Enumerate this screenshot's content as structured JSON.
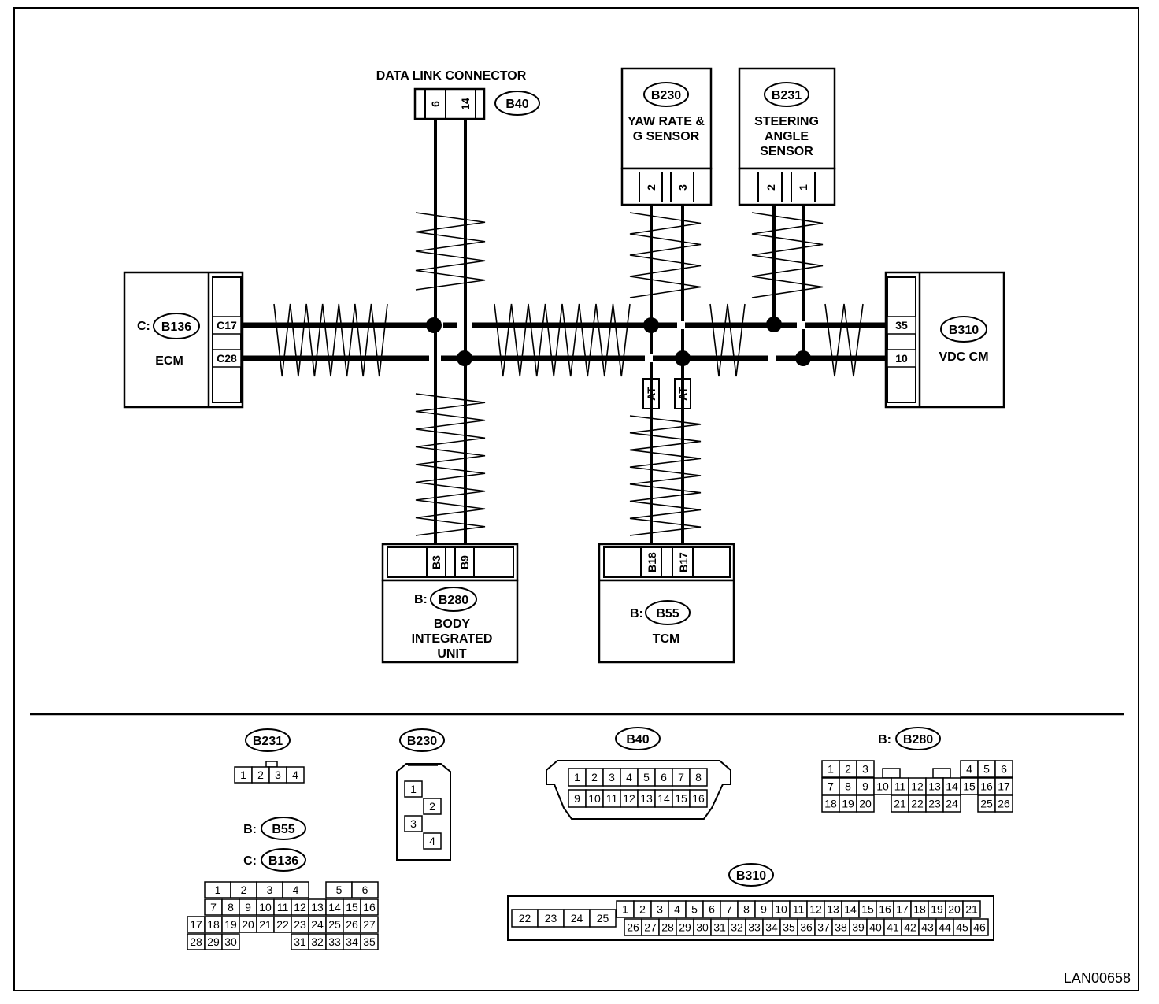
{
  "diagram": {
    "figure_id": "LAN00658",
    "modules": {
      "ecm": {
        "prefix": "C:",
        "connector": "B136",
        "name": "ECM",
        "pins": [
          "C17",
          "C28"
        ]
      },
      "vdc": {
        "connector": "B310",
        "name": "VDC CM",
        "pins": [
          "35",
          "10"
        ]
      },
      "dlc": {
        "connector": "B40",
        "name": "DATA LINK CONNECTOR",
        "pins": [
          "6",
          "14"
        ]
      },
      "yaw": {
        "connector": "B230",
        "name_lines": [
          "YAW RATE &",
          "G SENSOR"
        ],
        "pins": [
          "2",
          "3"
        ]
      },
      "steer": {
        "connector": "B231",
        "name_lines": [
          "STEERING",
          "ANGLE",
          "SENSOR"
        ],
        "pins": [
          "2",
          "1"
        ]
      },
      "biu": {
        "prefix": "B:",
        "connector": "B280",
        "name_lines": [
          "BODY",
          "INTEGRATED",
          "UNIT"
        ],
        "pins": [
          "B3",
          "B9"
        ]
      },
      "tcm": {
        "prefix": "B:",
        "connector": "B55",
        "name": "TCM",
        "pins": [
          "B18",
          "B17"
        ],
        "tag": "AT"
      }
    },
    "connector_views": {
      "b231": {
        "label": "B231",
        "pins": [
          "1",
          "2",
          "3",
          "4"
        ]
      },
      "b230": {
        "label": "B230",
        "pins": [
          "1",
          "2",
          "3",
          "4"
        ]
      },
      "b40": {
        "label": "B40",
        "row1": [
          "1",
          "2",
          "3",
          "4",
          "5",
          "6",
          "7",
          "8"
        ],
        "row2": [
          "9",
          "10",
          "11",
          "12",
          "13",
          "14",
          "15",
          "16"
        ]
      },
      "b280": {
        "prefix": "B:",
        "label": "B280",
        "row1a": [
          "1",
          "2",
          "3"
        ],
        "row1b": [
          "4",
          "5",
          "6"
        ],
        "row2": [
          "7",
          "8",
          "9",
          "10",
          "11",
          "12",
          "13",
          "14",
          "15",
          "16",
          "17"
        ],
        "row3a": [
          "18",
          "19",
          "20"
        ],
        "row3b": [
          "21",
          "22",
          "23",
          "24"
        ],
        "row3c": [
          "25",
          "26"
        ]
      },
      "b55": {
        "prefix": "B:",
        "label": "B55"
      },
      "b136": {
        "prefix": "C:",
        "label": "B136",
        "row1a": [
          "1",
          "2",
          "3",
          "4"
        ],
        "row1b": [
          "5",
          "6"
        ],
        "row2": [
          "7",
          "8",
          "9",
          "10",
          "11",
          "12",
          "13",
          "14",
          "15",
          "16"
        ],
        "row3": [
          "17",
          "18",
          "19",
          "20",
          "21",
          "22",
          "23",
          "24",
          "25",
          "26",
          "27"
        ],
        "row4a": [
          "28",
          "29",
          "30"
        ],
        "row4b": [
          "31",
          "32",
          "33",
          "34",
          "35"
        ]
      },
      "b310": {
        "label": "B310",
        "left": [
          "22",
          "23",
          "24",
          "25"
        ],
        "row1": [
          "1",
          "2",
          "3",
          "4",
          "5",
          "6",
          "7",
          "8",
          "9",
          "10",
          "11",
          "12",
          "13",
          "14",
          "15",
          "16",
          "17",
          "18",
          "19",
          "20",
          "21"
        ],
        "row2": [
          "26",
          "27",
          "28",
          "29",
          "30",
          "31",
          "32",
          "33",
          "34",
          "35",
          "36",
          "37",
          "38",
          "39",
          "40",
          "41",
          "42",
          "43",
          "44",
          "45",
          "46"
        ]
      }
    }
  }
}
